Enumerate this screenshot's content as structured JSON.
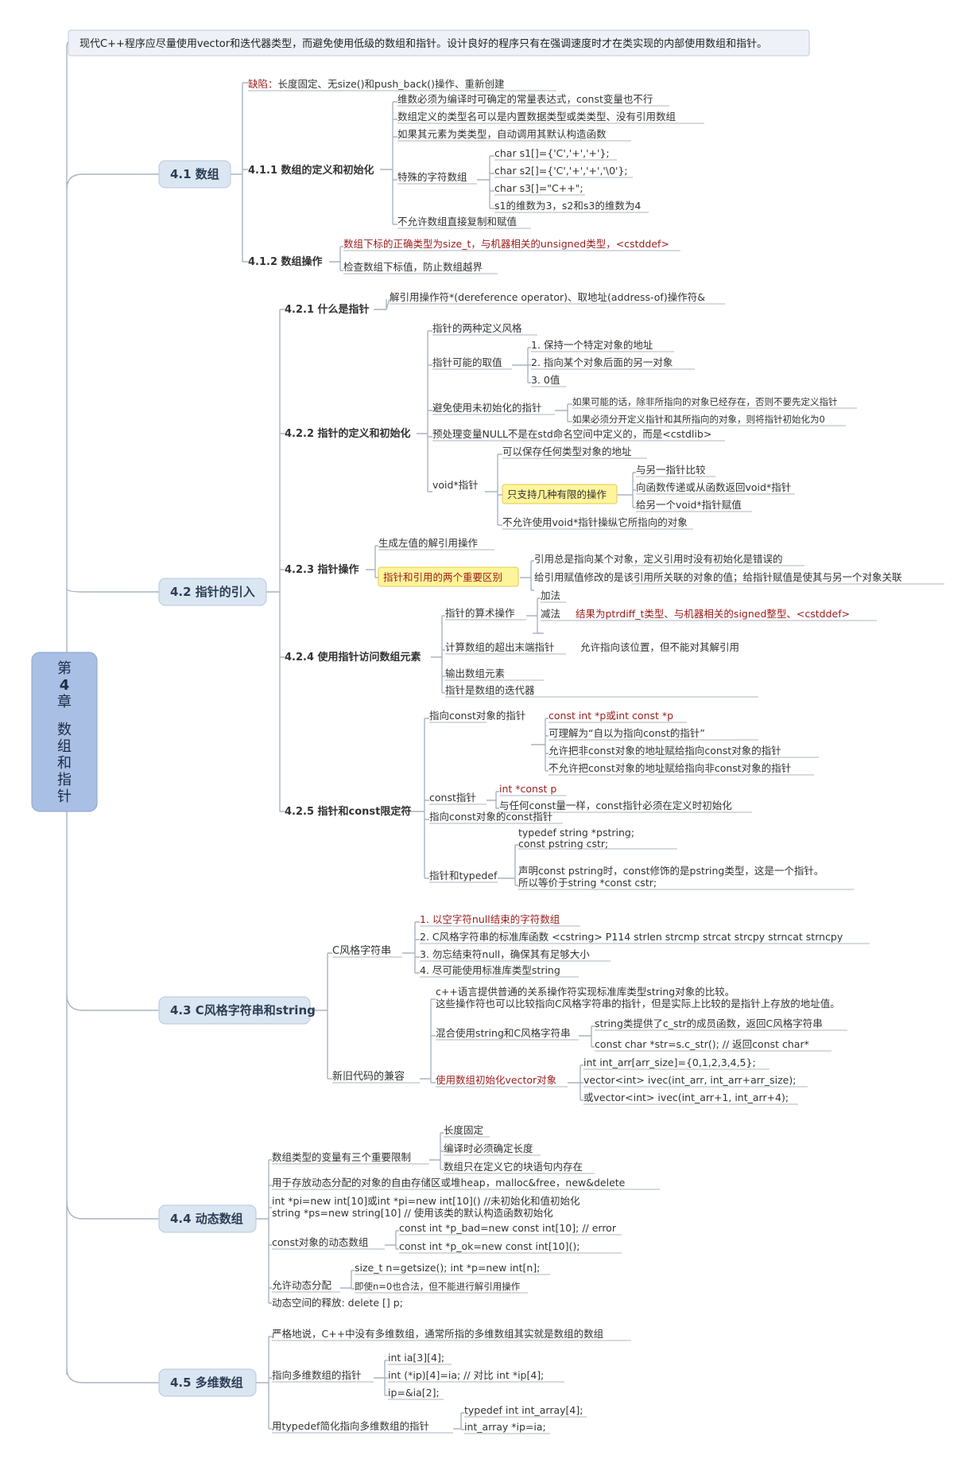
{
  "colors": {
    "line": "#a9b3c1",
    "leaf_underline": "#aeb6c2",
    "red": "#9b1b1b",
    "highlight_fill": "#fff59c",
    "highlight_border": "#e7c84b",
    "branch_fill": "#dbe6f3",
    "central_fill": "#a9bfe4"
  },
  "central": {
    "title": "第4章 数组和指针"
  },
  "top_note": {
    "text": "现代C++程序应尽量使用vector和迭代器类型，而避免使用低级的数组和指针。设计良好的程序只有在强调速度时才在类实现的内部使用数组和指针。"
  },
  "branches": [
    {
      "label": "4.1 数组"
    },
    {
      "label": "4.2 指针的引入"
    },
    {
      "label": "4.3 C风格字符串和string"
    },
    {
      "label": "4.4 动态数组"
    },
    {
      "label": "4.5 多维数组"
    }
  ],
  "s41": {
    "flaw_prefix": "缺陷：",
    "flaw_text": "长度固定、无size()和push_back()操作、重新创建",
    "n411": "4.1.1 数组的定义和初始化",
    "n411_items": [
      "维数必须为编译时可确定的常量表达式，const变量也不行",
      "数组定义的类型名可以是内置数据类型或类类型、没有引用数组",
      "如果其元素为类类型，自动调用其默认构造函数",
      "特殊的字符数组",
      "不允许数组直接复制和赋值"
    ],
    "chars": [
      "char s1[]={'C','+','+'};",
      "char s2[]={'C','+','+','\\0'};",
      "char s3[]=\"C++\";",
      "s1的维数为3，s2和s3的维数为4"
    ],
    "n412": "4.1.2 数组操作",
    "n412_items": [
      "数组下标的正确类型为size_t，与机器相关的unsigned类型，<cstddef>",
      "检查数组下标值，防止数组越界"
    ]
  },
  "s42": {
    "n421": "4.2.1 什么是指针",
    "n421_item": "解引用操作符*(dereference operator)、取地址(address-of)操作符&",
    "n422": "4.2.2 指针的定义和初始化",
    "n422_style": "指针的两种定义风格",
    "n422_values": "指针可能的取值",
    "values": [
      "1. 保持一个特定对象的地址",
      "2. 指向某个对象后面的另一对象",
      "3. 0值"
    ],
    "n422_uninit": "避免使用未初始化的指针",
    "uninit": [
      "如果可能的话，除非所指向的对象已经存在，否则不要先定义指针",
      "如果必须分开定义指针和其所指向的对象，则将指针初始化为0"
    ],
    "n422_null": "预处理变量NULL不是在std命名空间中定义的，而是<cstdlib>",
    "n422_void": "void*指针",
    "void_items": [
      "可以保存任何类型对象的地址",
      "只支持几种有限的操作",
      "不允许使用void*指针操纵它所指向的对象"
    ],
    "void_ops": [
      "与另一指针比较",
      "向函数传递或从函数返回void*指针",
      "给另一个void*指针赋值"
    ],
    "n423": "4.2.3 指针操作",
    "n423_items": [
      "生成左值的解引用操作",
      "指针和引用的两个重要区别"
    ],
    "diff": [
      "引用总是指向某个对象，定义引用时没有初始化是错误的",
      "给引用赋值修改的是该引用所关联的对象的值；给指针赋值是使其与另一个对象关联"
    ],
    "n424": "4.2.4 使用指针访问数组元素",
    "n424_items": [
      "指针的算术操作",
      "计算数组的超出末端指针",
      "输出数组元素",
      "指针是数组的迭代器"
    ],
    "arith": [
      "加法",
      "减法"
    ],
    "sub_result": "结果为ptrdiff_t类型、与机器相关的signed整型、<cstddef>",
    "offend": "允许指向该位置，但不能对其解引用",
    "n425": "4.2.5 指针和const限定符",
    "n425_items": [
      "指向const对象的指针",
      "const指针",
      "指向const对象的const指针",
      "指针和typedef"
    ],
    "ptc": [
      "const int *p或int const *p",
      "可理解为“自以为指向const的指针”",
      "允许把非const对象的地址赋给指向const对象的指针",
      "不允许把const对象的地址赋给指向非const对象的指针"
    ],
    "cp": [
      "int *const p",
      "与任何const量一样，const指针必须在定义时初始化"
    ],
    "td": [
      "typedef string *pstring;",
      "const pstring cstr;",
      "声明const pstring时，const修饰的是pstring类型，这是一个指针。",
      "所以等价于string *const cstr;"
    ]
  },
  "s43": {
    "cstyle": "C风格字符串",
    "cstyle_items": [
      "1. 以空字符null结束的字符数组",
      "2. C风格字符串的标准库函数 <cstring> P114   strlen strcmp strcat strcpy strncat strncpy",
      "3. 勿忘结束符null，确保其有足够大小",
      "4. 尽可能使用标准库类型string"
    ],
    "compat": "新旧代码的兼容",
    "compat_note": [
      "c++语言提供普通的关系操作符实现标准库类型string对象的比较。",
      "这些操作符也可以比较指向C风格字符串的指针，但是实际上比较的是指针上存放的地址值。"
    ],
    "mix": "混合使用string和C风格字符串",
    "mix_items": [
      "string类提供了c_str的成员函数，返回C风格字符串",
      "const char *str=s.c_str(); // 返回const char*"
    ],
    "vec": "使用数组初始化vector对象",
    "vec_items": [
      "int int_arr[arr_size]={0,1,2,3,4,5};",
      "vector<int> ivec(int_arr, int_arr+arr_size);",
      "或vector<int> ivec(int_arr+1, int_arr+4);"
    ]
  },
  "s44": {
    "limits": "数组类型的变量有三个重要限制",
    "limit_items": [
      "长度固定",
      "编译时必须确定长度",
      "数组只在定义它的块语句内存在"
    ],
    "heap": "用于存放动态分配的对象的自由存储区或堆heap，malloc&free，new&delete",
    "init": [
      "int *pi=new int[10]或int *pi=new int[10]()  //未初始化和值初始化",
      "string *ps=new string[10] // 使用该类的默认构造函数初始化"
    ],
    "constobj": "const对象的动态数组",
    "constobj_items": [
      "const int *p_bad=new const int[10]; // error",
      "const int *p_ok=new const int[10]();"
    ],
    "allow": "允许动态分配",
    "allow_items": [
      "size_t n=getsize(); int *p=new int[n];",
      "即使n=0也合法，但不能进行解引用操作"
    ],
    "free": "动态空间的释放: delete [] p;"
  },
  "s45": {
    "strict": "严格地说，C++中没有多维数组，通常所指的多维数组其实就是数组的数组",
    "ptr": "指向多维数组的指针",
    "ptr_items": [
      "int ia[3][4];",
      "int (*ip)[4]=ia; //  对比 int *ip[4];",
      "ip=&ia[2];"
    ],
    "td": "用typedef简化指向多维数组的指针",
    "td_items": [
      "typedef int int_array[4];",
      "int_array *ip=ia;"
    ]
  }
}
